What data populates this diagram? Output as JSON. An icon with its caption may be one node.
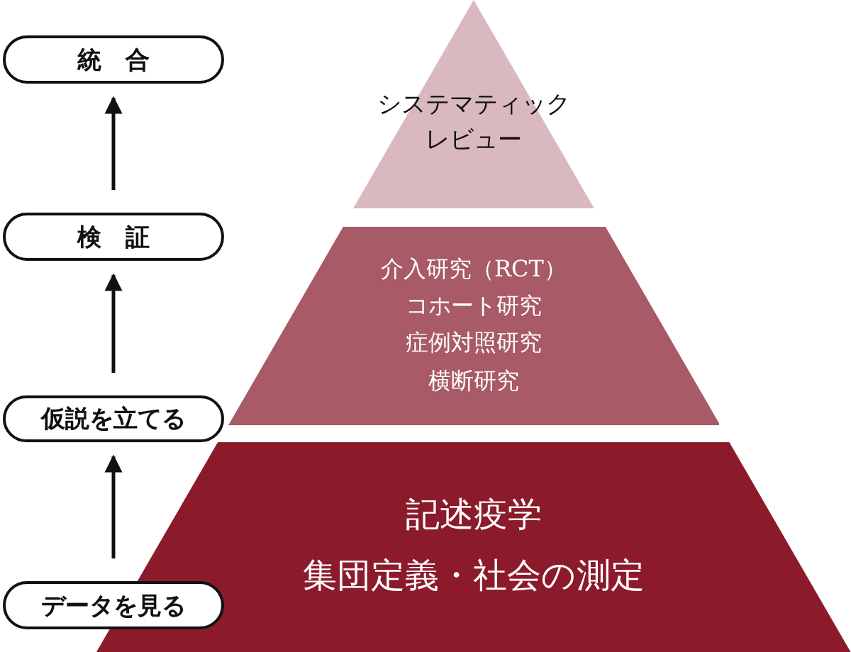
{
  "diagram": {
    "nodes": [
      {
        "text": [
          "統　合"
        ]
      },
      {
        "text": [
          "検　証"
        ]
      },
      {
        "text": [
          "仮説を立てる"
        ]
      },
      {
        "text": [
          "データを見る"
        ]
      },
      {
        "text": [
          "システマティックレビュー"
        ]
      },
      {
        "text": [
          "介入研究（RCT）",
          "コホート研究",
          "症例対照研究",
          "横断研究"
        ]
      },
      {
        "text": [
          "記述疫学",
          "集団定義・社会の測定"
        ]
      }
    ],
    "edges": [
      {
        "from": 3,
        "to": 2,
        "arrow": "to"
      },
      {
        "from": 2,
        "to": 1,
        "arrow": "to"
      },
      {
        "from": 1,
        "to": 0,
        "arrow": "to"
      }
    ]
  }
}
